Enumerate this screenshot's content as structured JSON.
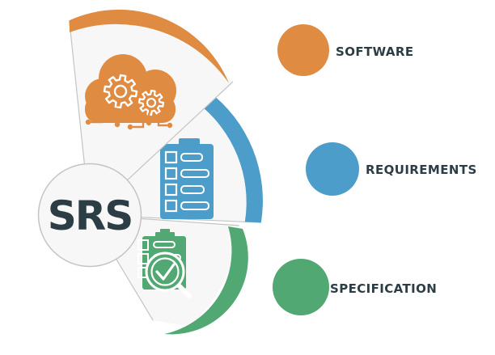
{
  "background": "#ffffff",
  "acronym": {
    "text": "SRS"
  },
  "colors": {
    "orange": "#e08b42",
    "blue": "#4d9dca",
    "green": "#52a873",
    "dark": "#2c3d46",
    "wedge_fill": "#f7f7f8",
    "wedge_stroke": "#c4c4c6",
    "circle_fill": "#f7f7f8"
  },
  "legend": [
    {
      "label": "SOFTWARE",
      "color": "orange",
      "icon": "cloud-gears-icon"
    },
    {
      "label": "REQUIREMENTS",
      "color": "blue",
      "icon": "checklist-clipboard-icon"
    },
    {
      "label": "SPECIFICATION",
      "color": "green",
      "icon": "document-check-search-icon"
    }
  ]
}
